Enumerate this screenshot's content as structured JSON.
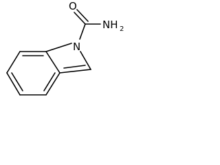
{
  "molecule": {
    "atoms": {
      "oxygen": "O",
      "nitrogen_amide": "NH",
      "nitrogen_amide_subscript": "2",
      "nitrogen_ring": "N"
    },
    "colors": {
      "bond": "#000000",
      "label": "#000000",
      "background": "#ffffff"
    }
  }
}
